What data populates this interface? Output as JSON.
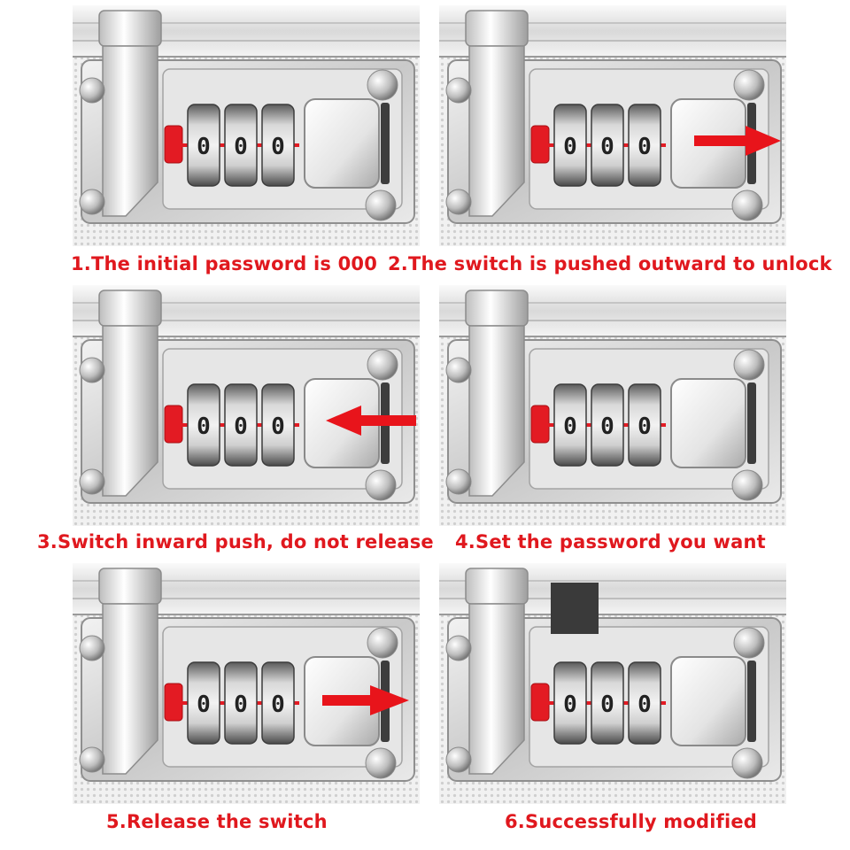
{
  "steps": [
    {
      "caption": "1.The initial password is 000",
      "arrow": "none"
    },
    {
      "caption": "2.The switch is pushed outward to unlock",
      "arrow": "out"
    },
    {
      "caption": "3.Switch inward push, do not release",
      "arrow": "in"
    },
    {
      "caption": "4.Set the password you want",
      "arrow": "none"
    },
    {
      "caption": "5.Release the switch",
      "arrow": "out"
    },
    {
      "caption": "6.Successfully modified",
      "arrow": "none"
    }
  ],
  "wheel_digits": [
    "0",
    "0",
    "0"
  ],
  "colors": {
    "caption": "#e0181e",
    "arrow": "#e8141b",
    "indicator": "#e31b23",
    "sticker": "#3a3a3a"
  },
  "icons": [
    "combination-lock-illustration",
    "arrow-right-icon",
    "arrow-left-icon",
    "red-indicator-tab"
  ]
}
